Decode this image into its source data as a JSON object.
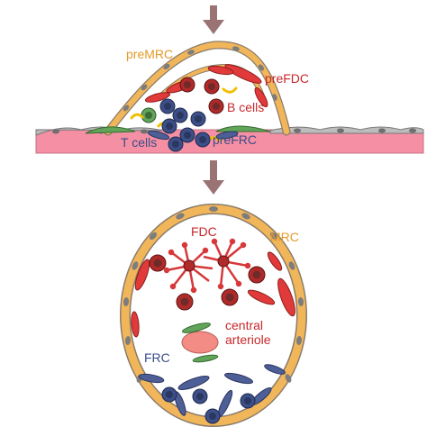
{
  "labels": {
    "premrc": "preMRC",
    "prefdc": "preFDC",
    "bcells": "B cells",
    "tcells": "T cells",
    "prefrc": "preFRC",
    "fdc": "FDC",
    "mrc": "MRC",
    "central": "central",
    "arteriole": "arteriole",
    "frc": "FRC"
  },
  "colors": {
    "arrow": "#9a7474",
    "mrc_orange": "#f2b65a",
    "mrc_outline": "#8a7c6a",
    "nucleus": "#7d7d7d",
    "fdc_red": "#e03a3a",
    "frc_blue": "#4d5f96",
    "b_cell_red": "#b02a2a",
    "t_cell_blue": "#3c4f88",
    "green_cell": "#62a55a",
    "yellow_fiber": "#f0c000",
    "vessel_pink": "#f58fa3",
    "arteriole_pink": "#f48c86",
    "label_orange": "#e39b28",
    "label_red": "#c8272a",
    "label_blue": "#3b4d89"
  }
}
